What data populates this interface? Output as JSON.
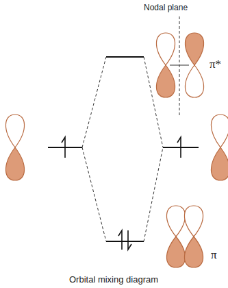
{
  "diagram": {
    "caption": "Orbital mixing diagram",
    "labels": [
      "Nodal plane",
      "π*",
      "π"
    ]
  }
}
